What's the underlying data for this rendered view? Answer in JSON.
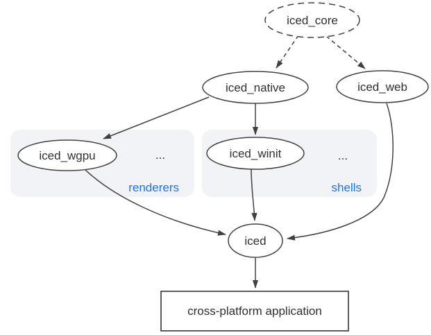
{
  "colors": {
    "background": "#ffffff",
    "node_fill": "#ffffff",
    "stroke": "#404040",
    "text": "#2f2f2f",
    "group_bg": "#f1f3f6",
    "group_label": "#1a73e8"
  },
  "nodes": {
    "core": "iced_core",
    "native": "iced_native",
    "web": "iced_web",
    "wgpu": "iced_wgpu",
    "winit": "iced_winit",
    "iced": "iced",
    "app": "cross-platform application"
  },
  "groups": {
    "renderers": {
      "label": "renderers",
      "ellipsis": "..."
    },
    "shells": {
      "label": "shells",
      "ellipsis": "..."
    }
  },
  "edges": [
    {
      "from": "iced_core",
      "to": "iced_native",
      "style": "dashed"
    },
    {
      "from": "iced_core",
      "to": "iced_web",
      "style": "dashed"
    },
    {
      "from": "iced_native",
      "to": "iced_wgpu",
      "style": "solid"
    },
    {
      "from": "iced_native",
      "to": "iced_winit",
      "style": "solid"
    },
    {
      "from": "iced_wgpu",
      "to": "iced",
      "style": "solid"
    },
    {
      "from": "iced_winit",
      "to": "iced",
      "style": "solid"
    },
    {
      "from": "iced_web",
      "to": "iced",
      "style": "solid"
    },
    {
      "from": "iced",
      "to": "cross-platform application",
      "style": "solid"
    }
  ]
}
